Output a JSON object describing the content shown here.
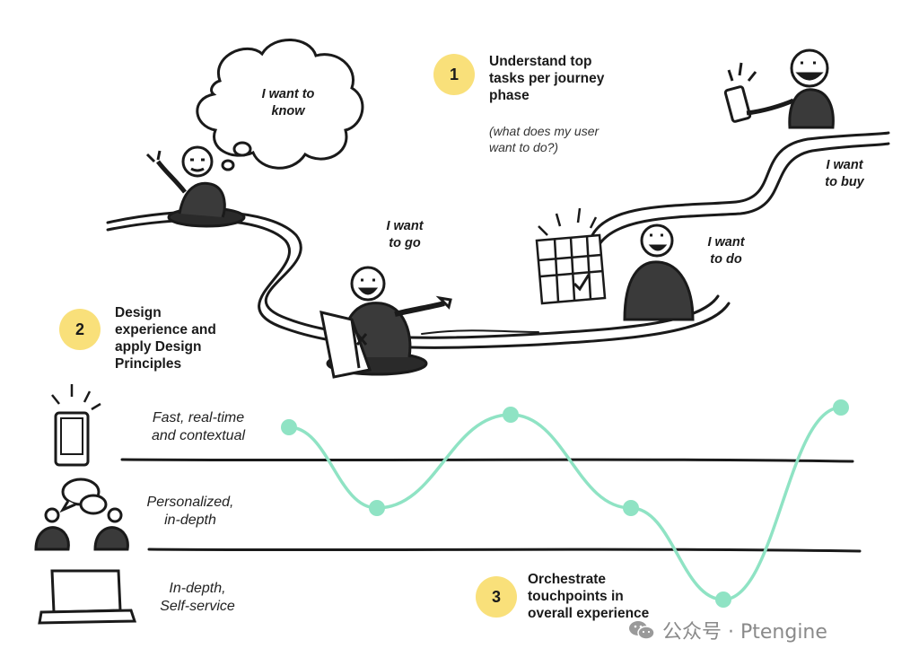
{
  "steps": [
    {
      "number": "1",
      "title": "Understand top\ntasks per journey\nphase",
      "note": "(what does my user\nwant to do?)"
    },
    {
      "number": "2",
      "title": "Design\nexperience and\napply Design\nPrinciples"
    },
    {
      "number": "3",
      "title": "Orchestrate\ntouchpoints in\noverall experience"
    }
  ],
  "journey": {
    "know": "I want to\nknow",
    "go": "I want\nto go",
    "do": "I want\nto do",
    "buy": "I want\nto buy"
  },
  "channels": [
    {
      "label": "Fast, real-time\nand contextual",
      "icon": "smartphone-icon"
    },
    {
      "label": "Personalized,\nin-depth",
      "icon": "chat-people-icon"
    },
    {
      "label": "In-depth,\nSelf-service",
      "icon": "laptop-icon"
    }
  ],
  "touchpoint_curve": {
    "color": "#8fe3c4",
    "points": [
      {
        "x": 1,
        "lane": 1
      },
      {
        "x": 2,
        "lane": 2
      },
      {
        "x": 3,
        "lane": 1
      },
      {
        "x": 4,
        "lane": 2
      },
      {
        "x": 5,
        "lane": 3
      },
      {
        "x": 6,
        "lane": 1
      }
    ]
  },
  "colors": {
    "accent_yellow": "#f9e07a",
    "curve_green": "#8fe3c4",
    "ink": "#1a1a1a"
  },
  "watermark": {
    "text": "公众号 · Ptengine",
    "icon": "wechat-icon"
  }
}
